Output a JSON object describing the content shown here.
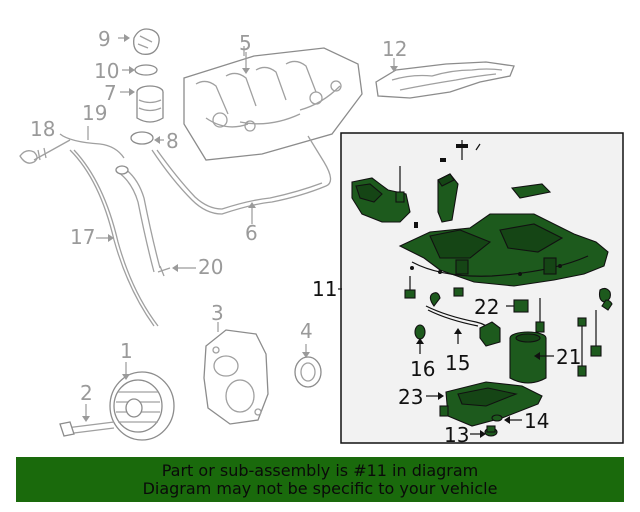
{
  "callouts": {
    "c1": "1",
    "c2": "2",
    "c3": "3",
    "c4": "4",
    "c5": "5",
    "c6": "6",
    "c7": "7",
    "c8": "8",
    "c9": "9",
    "c10": "10",
    "c11": "11",
    "c12": "12",
    "c13": "13",
    "c14": "14",
    "c15": "15",
    "c16": "16",
    "c17": "17",
    "c18": "18",
    "c19": "19",
    "c20": "20",
    "c21": "21",
    "c22": "22",
    "c23": "23"
  },
  "banner": {
    "line1": "Part or sub-assembly is #11 in diagram",
    "line2": "Diagram may not be specific to your vehicle"
  },
  "colors": {
    "highlight_part": "#1d5a1d",
    "banner_background": "#1a6a0c",
    "panel_background": "#f2f2f2",
    "line_art": "#9a9a9a"
  }
}
